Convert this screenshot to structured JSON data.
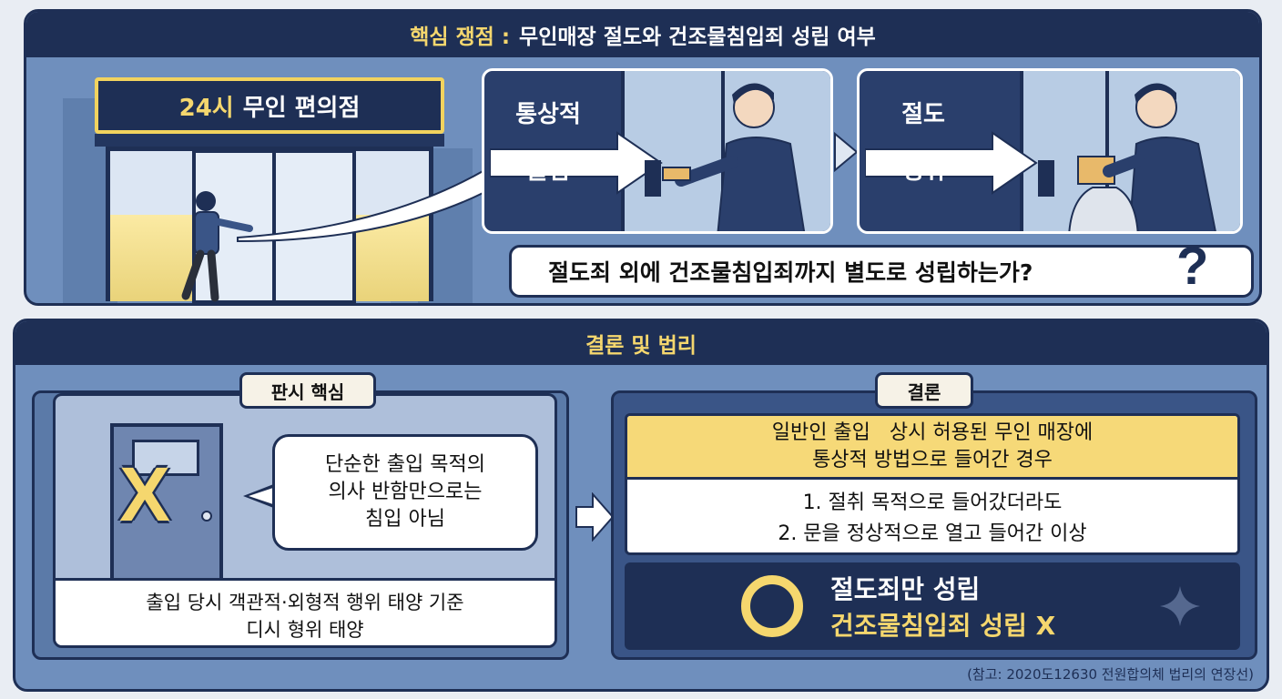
{
  "top": {
    "header_highlight": "핵심 쟁점 :",
    "header_rest": "무인매장 절도와 건조물침입죄 성립 여부",
    "store_sign_number": "24시",
    "store_sign_text": "무인 편의점",
    "scene1_label_line1": "통상적",
    "scene1_label_line2": "출입",
    "scene2_label_line1": "절도",
    "scene2_label_line2": "행위",
    "question": "절도죄 외에 건조물침입죄까지 별도로 성립하는가?",
    "question_mark": "?"
  },
  "bottom": {
    "header": "결론 및 법리",
    "left_tab": "판시 핵심",
    "right_tab": "결론",
    "door_mark": "X",
    "speech_lines": [
      "단순한 출입 목적의",
      "의사 반함만으로는",
      "침입 아님"
    ],
    "basis_lines": [
      "출입 당시 객관적·외형적 행위 태양 기준",
      "디시 형위 태양"
    ],
    "condition_head_lines": [
      "일반인 출입   상시 허용된 무인 매장에",
      "통상적 방법으로 들어간 경우"
    ],
    "condition_items": [
      "1. 절취 목적으로 들어갔더라도",
      "2. 문을 정상적으로 열고 들어간 이상"
    ],
    "result_line1": "절도죄만 성립",
    "result_line2": "건조물침입죄 성립 X",
    "reference": "(참고: 2020도12630 전원합의체 법리의 연장선)"
  },
  "colors": {
    "navy": "#1e2f55",
    "panel_blue": "#6f8fbd",
    "accent_yellow": "#f5d76e",
    "white": "#ffffff"
  },
  "icons": [
    "question-mark-icon",
    "door-icon",
    "x-mark-icon",
    "right-arrow-icon",
    "circle-o-icon",
    "sparkle-icon"
  ]
}
